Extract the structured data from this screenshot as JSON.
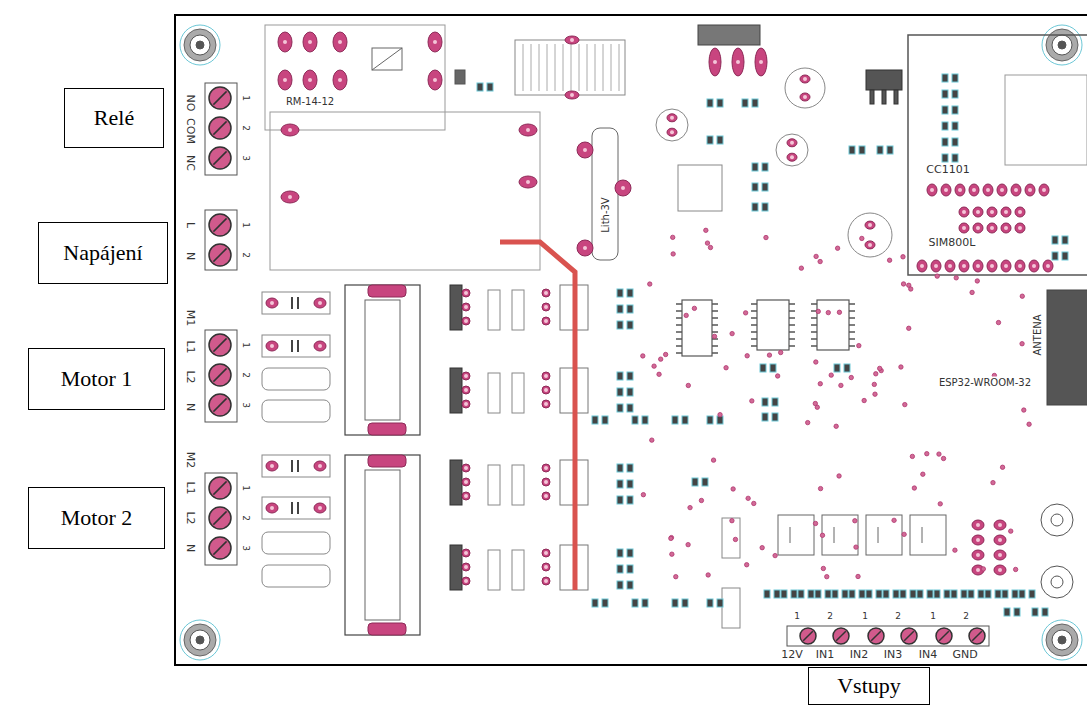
{
  "diagram": {
    "nodes": [
      {
        "text": [
          "Relé"
        ]
      },
      {
        "text": [
          "Napájení"
        ]
      },
      {
        "text": [
          "Motor 1"
        ]
      },
      {
        "text": [
          "Motor 2"
        ]
      },
      {
        "text": [
          "Vstupy"
        ]
      }
    ],
    "labels": [
      "NO",
      "COM",
      "NC",
      "1",
      "2",
      "3",
      "RM-14-12",
      "Lith-3V",
      "CC1101",
      "SIM800L",
      "L",
      "N",
      "1",
      "2",
      "M1",
      "L1",
      "L2",
      "N",
      "1",
      "2",
      "3",
      "ANTENA",
      "ESP32-WROOM-32",
      "M2",
      "L1",
      "L2",
      "N",
      "1",
      "2",
      "3",
      "1",
      "2",
      "1",
      "2",
      "1",
      "2",
      "12V",
      "IN1",
      "IN2",
      "IN3",
      "IN4",
      "GND"
    ]
  }
}
